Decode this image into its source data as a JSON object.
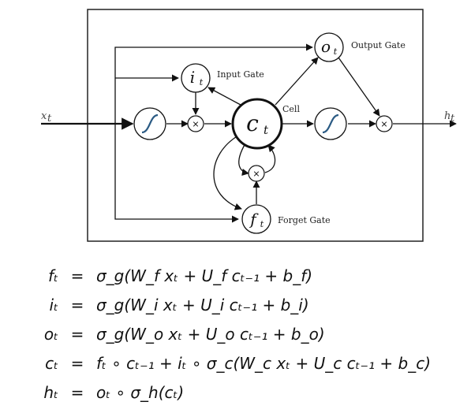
{
  "diagram": {
    "cell_state": "c",
    "cell_state_sub": "t",
    "input_gate": "i",
    "input_gate_sub": "t",
    "output_gate": "o",
    "output_gate_sub": "t",
    "forget_gate": "f",
    "forget_gate_sub": "t",
    "input": "x",
    "input_sub": "t",
    "output": "h",
    "output_sub": "t",
    "labels": {
      "input_gate": "Input Gate",
      "output_gate": "Output Gate",
      "forget_gate": "Forget Gate",
      "cell": "Cell"
    },
    "multiply_symbol": "×"
  },
  "equations": [
    {
      "lhs": "fₜ",
      "eq": "=",
      "rhs": "σ_g(W_f xₜ + U_f cₜ₋₁ + b_f)"
    },
    {
      "lhs": "iₜ",
      "eq": "=",
      "rhs": "σ_g(W_i xₜ + U_i cₜ₋₁ + b_i)"
    },
    {
      "lhs": "oₜ",
      "eq": "=",
      "rhs": "σ_g(W_o xₜ + U_o cₜ₋₁ + b_o)"
    },
    {
      "lhs": "cₜ",
      "eq": "=",
      "rhs": "fₜ ∘ cₜ₋₁ + iₜ ∘ σ_c(W_c xₜ + U_c cₜ₋₁ + b_c)"
    },
    {
      "lhs": "hₜ",
      "eq": "=",
      "rhs": "oₜ ∘ σ_h(cₜ)"
    }
  ]
}
